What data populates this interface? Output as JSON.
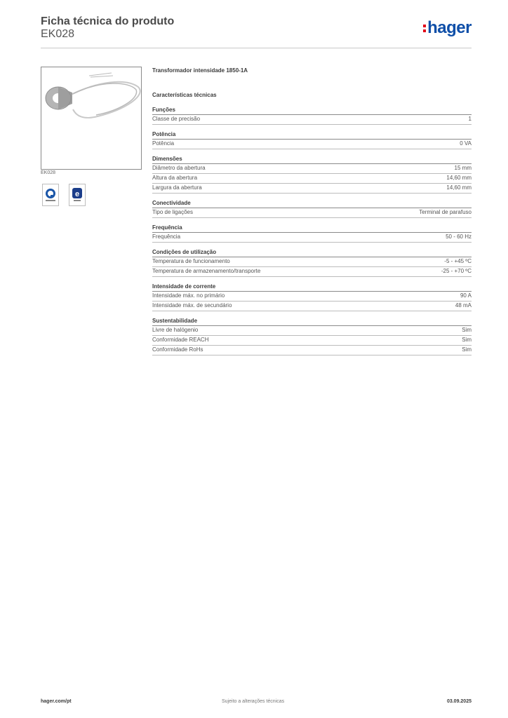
{
  "header": {
    "title": "Ficha técnica do produto",
    "code": "EK028",
    "logo": "hager",
    "colors": {
      "logo_blue": "#0f4fa8",
      "logo_red": "#e2001a"
    }
  },
  "image_caption": "EK028",
  "badges": [
    "quality-certificate-icon",
    "environment-label-icon"
  ],
  "product_title": "Transformador intensidade 1850-1A",
  "section_heading": "Características técnicas",
  "groups": [
    {
      "title": "Funções",
      "rows": [
        {
          "label": "Classe de precisão",
          "value": "1"
        }
      ]
    },
    {
      "title": "Potência",
      "rows": [
        {
          "label": "Potência",
          "value": "0 VA"
        }
      ]
    },
    {
      "title": "Dimensões",
      "rows": [
        {
          "label": "Diâmetro da abertura",
          "value": "15 mm"
        },
        {
          "label": "Altura da abertura",
          "value": "14,60 mm"
        },
        {
          "label": "Largura da abertura",
          "value": "14,60 mm"
        }
      ]
    },
    {
      "title": "Conectividade",
      "rows": [
        {
          "label": "Tipo de ligações",
          "value": "Terminal de parafuso"
        }
      ]
    },
    {
      "title": "Frequência",
      "rows": [
        {
          "label": "Frequência",
          "value": "50 - 60 Hz"
        }
      ]
    },
    {
      "title": "Condições de utilização",
      "rows": [
        {
          "label": "Temperatura de funcionamento",
          "value": "-5 - +45 ºC"
        },
        {
          "label": "Temperatura de armazenamento/transporte",
          "value": "-25 - +70 ºC"
        }
      ]
    },
    {
      "title": "Intensidade de corrente",
      "rows": [
        {
          "label": "Intensidade máx. no primário",
          "value": "90 A"
        },
        {
          "label": "Intensidade máx. de secundário",
          "value": "48 mA"
        }
      ]
    },
    {
      "title": "Sustentabilidade",
      "rows": [
        {
          "label": "Livre de halógenio",
          "value": "Sim"
        },
        {
          "label": "Conformidade REACH",
          "value": "Sim"
        },
        {
          "label": "Conformidade RoHs",
          "value": "Sim"
        }
      ]
    }
  ],
  "footer": {
    "website": "hager.com/pt",
    "note": "Sujeito a alterações técnicas",
    "date": "03.09.2025"
  }
}
